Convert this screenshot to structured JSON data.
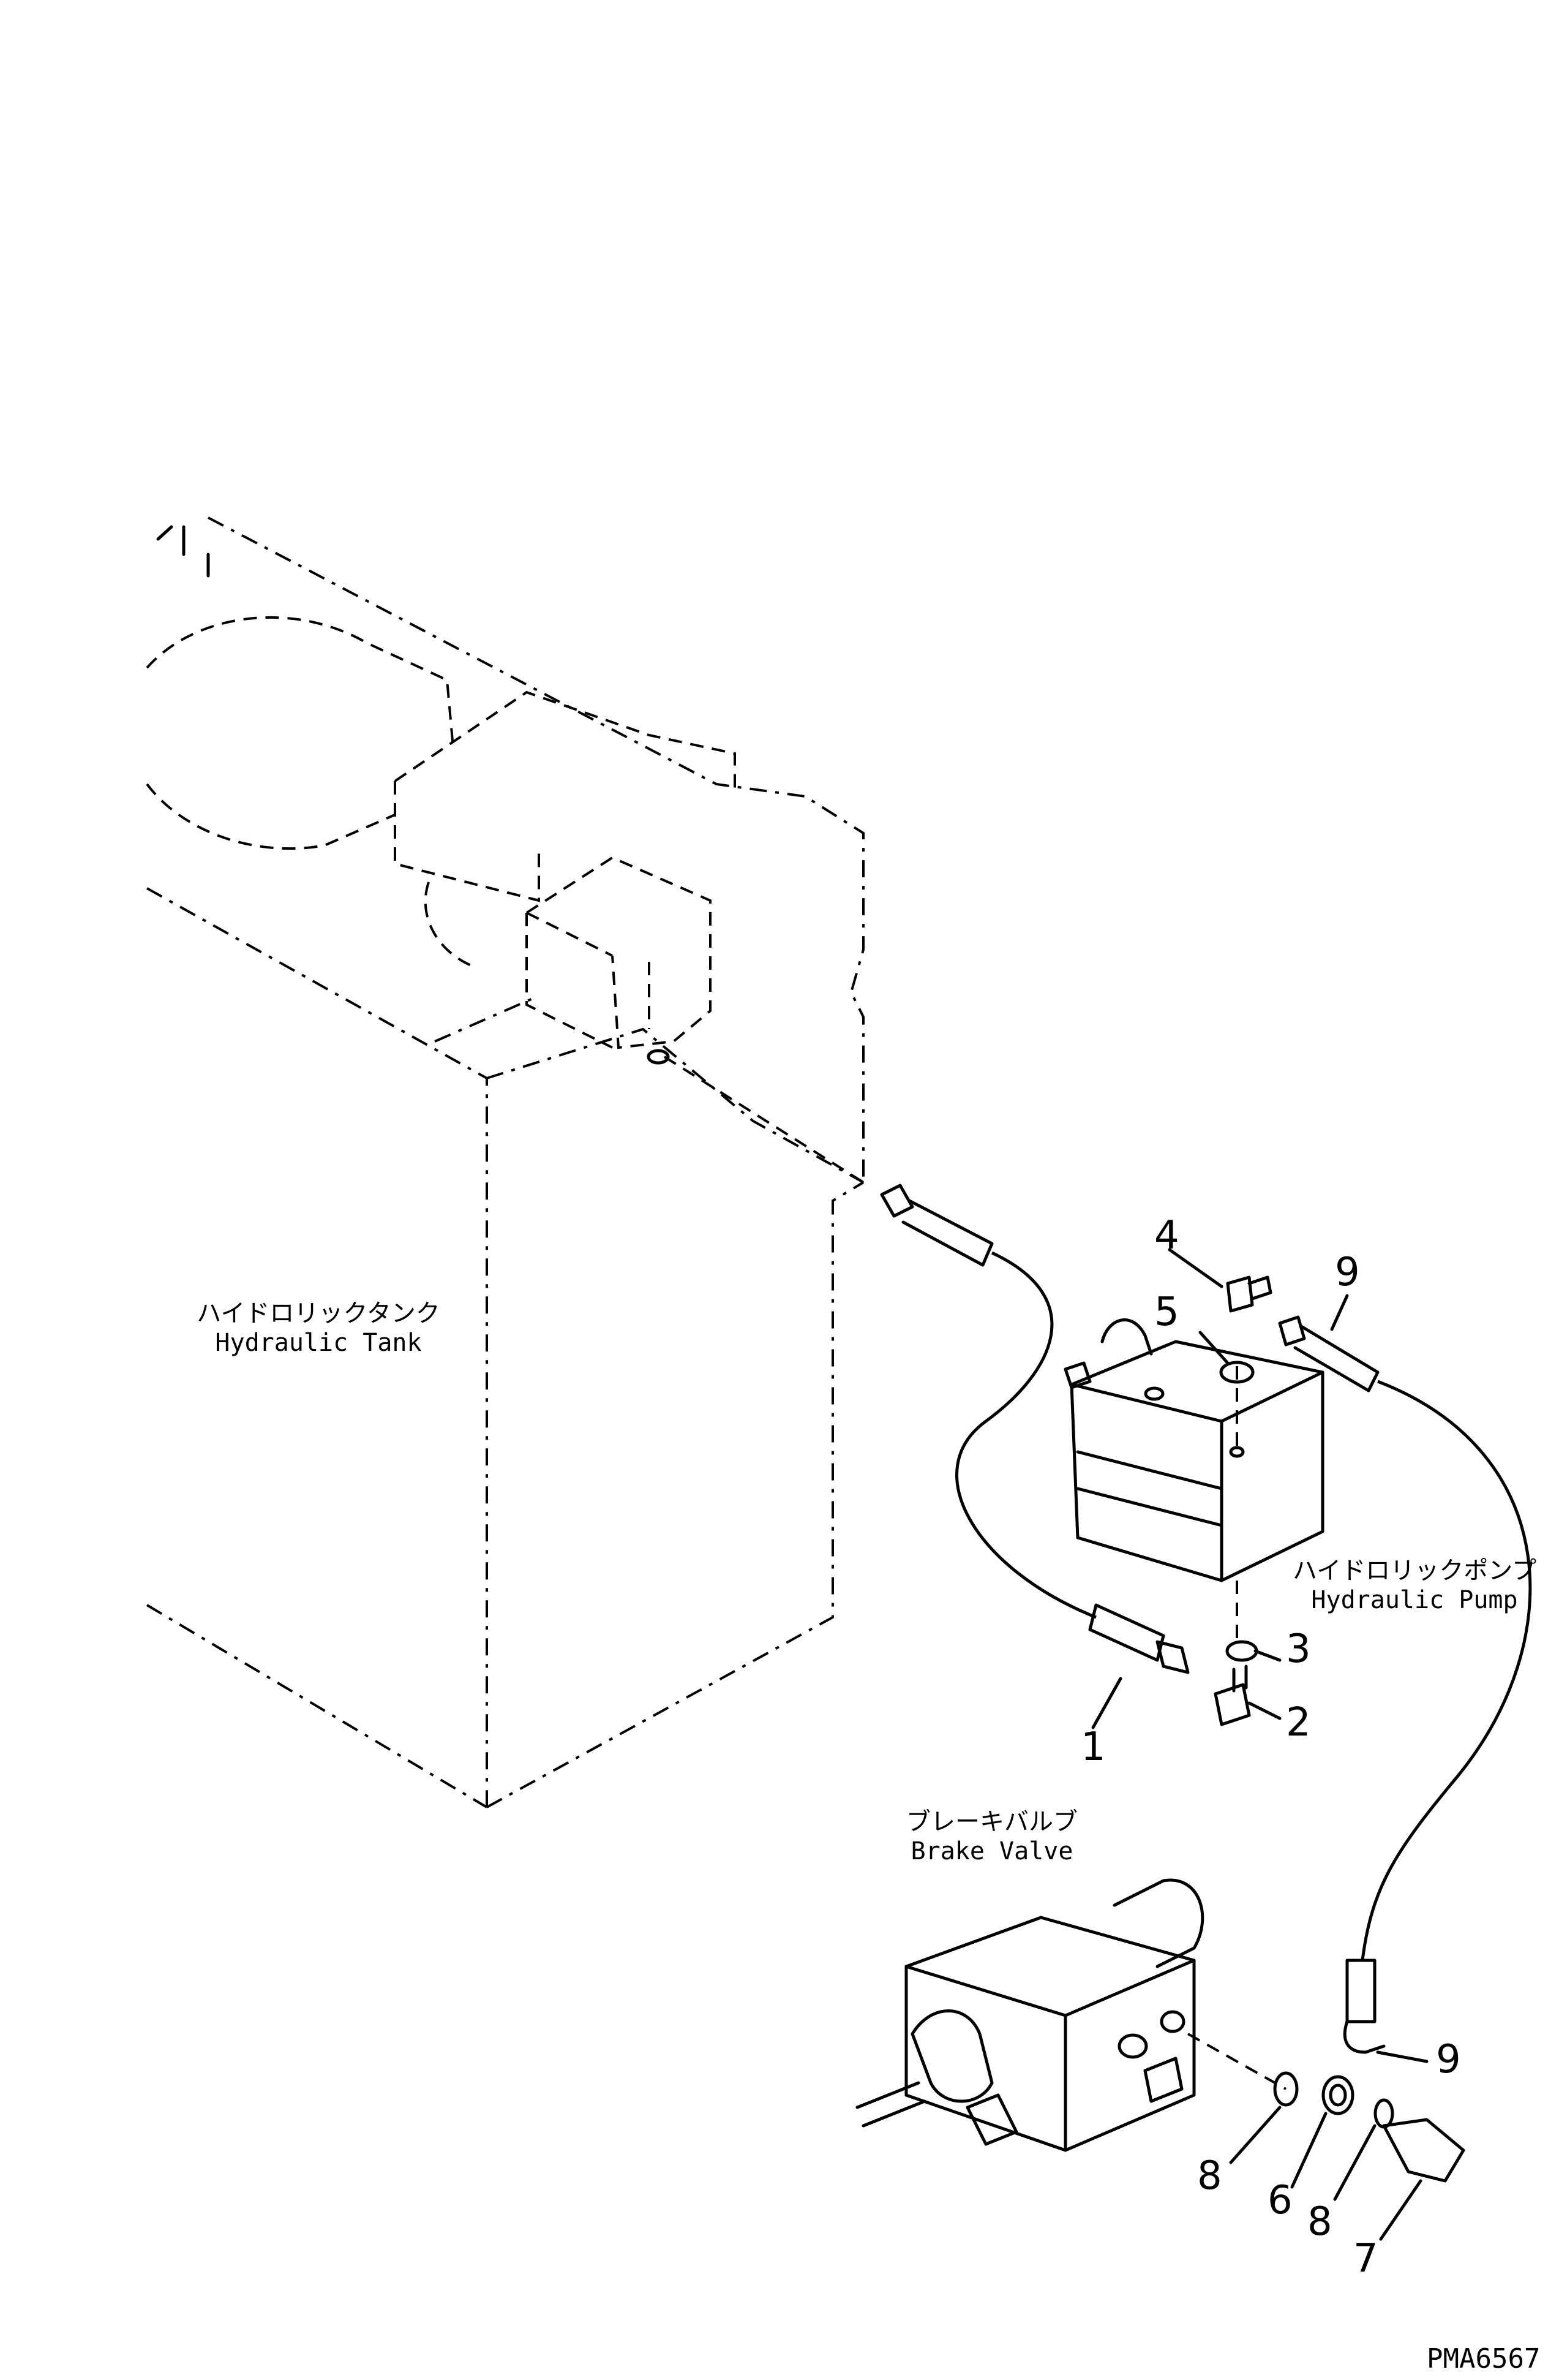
{
  "labels": {
    "tank_jp": "ハイドロリックタンク",
    "tank_en": "Hydraulic Tank",
    "pump_jp": "ハイドロリックポンプ",
    "pump_en": "Hydraulic Pump",
    "brake_jp": "ブレーキバルブ",
    "brake_en": "Brake Valve"
  },
  "callouts": {
    "c1": "1",
    "c2": "2",
    "c3": "3",
    "c4": "4",
    "c5": "5",
    "c6": "6",
    "c7": "7",
    "c8a": "8",
    "c8b": "8",
    "c9a": "9",
    "c9b": "9"
  },
  "drawing_code": "PMA6567"
}
